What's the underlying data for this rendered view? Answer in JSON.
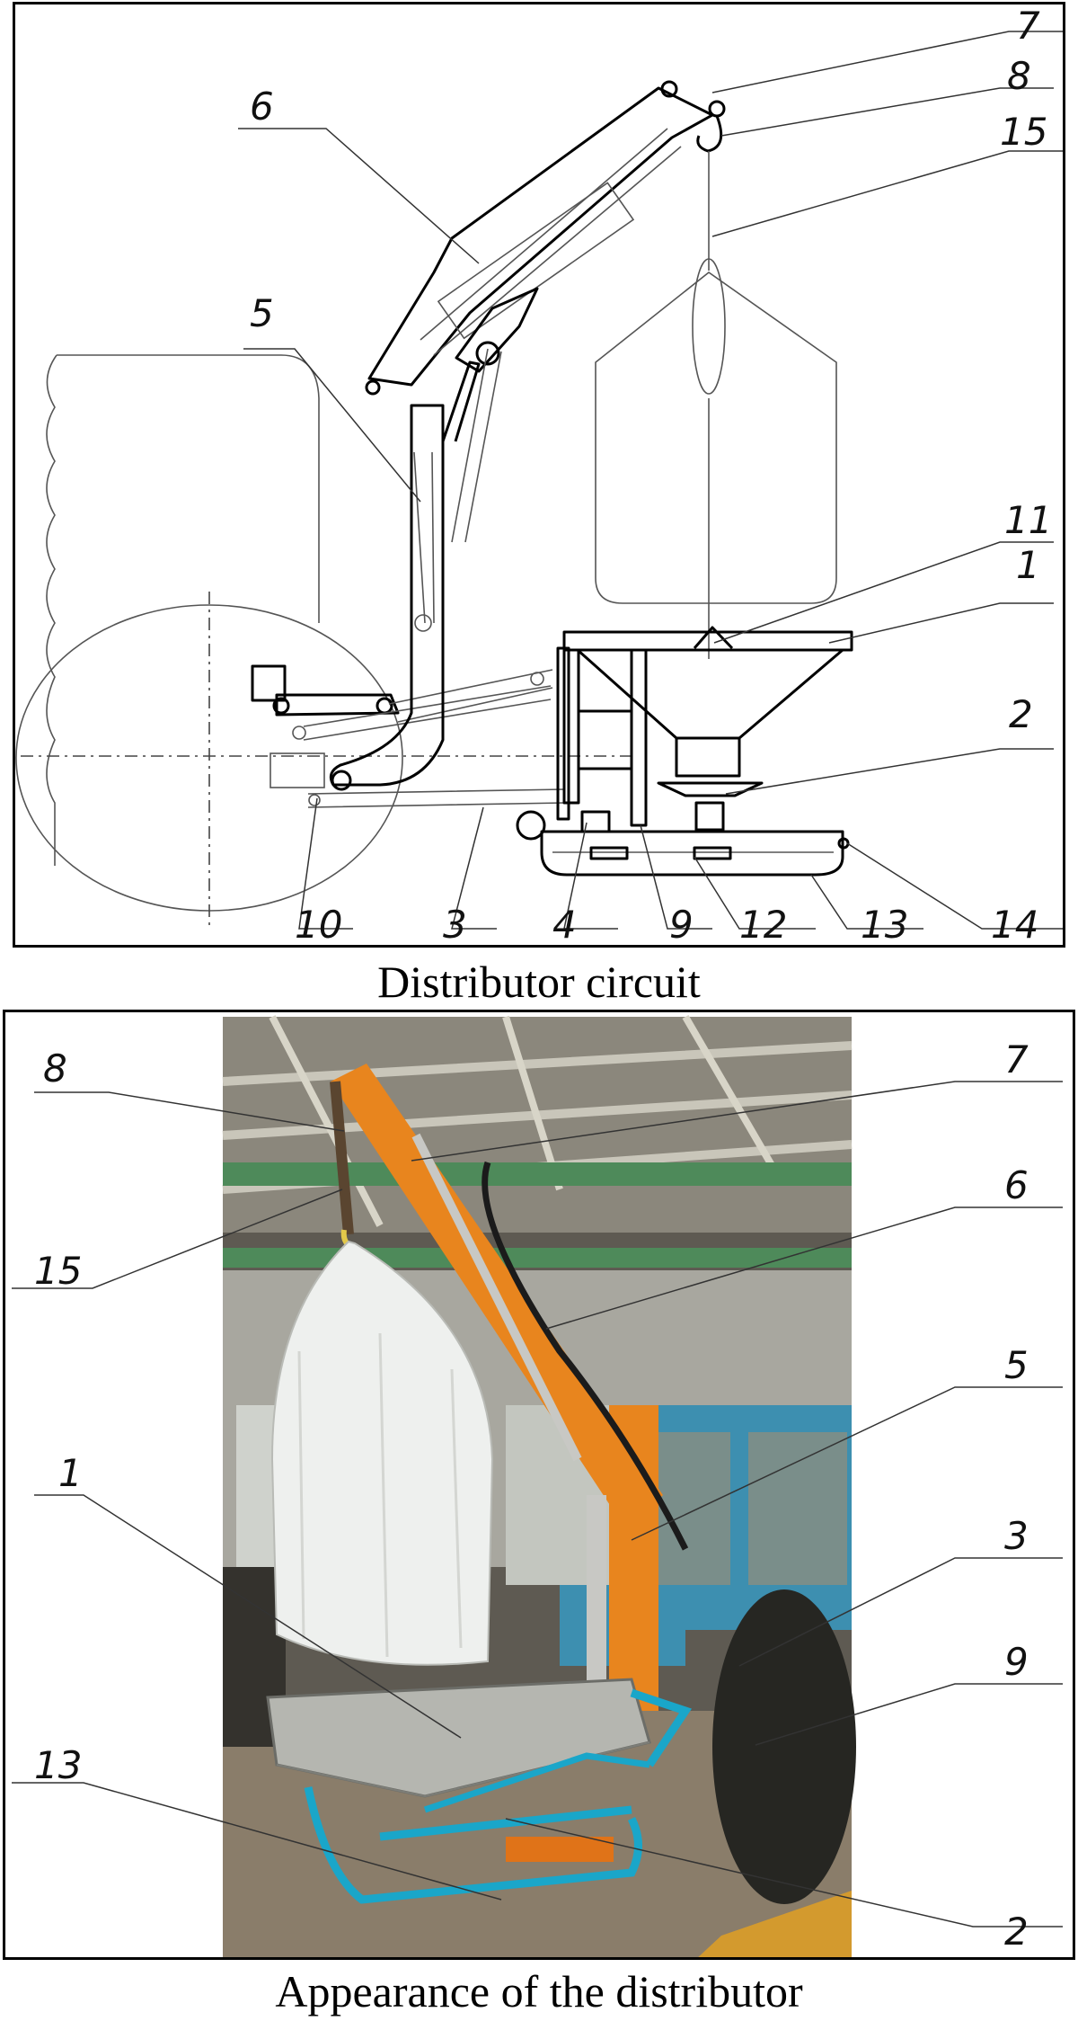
{
  "figure": {
    "top_caption": "Distributor circuit",
    "bottom_caption": "Appearance of the distributor"
  },
  "top_callouts": [
    "7",
    "8",
    "15",
    "6",
    "5",
    "11",
    "1",
    "2",
    "10",
    "3",
    "4",
    "9",
    "12",
    "13",
    "14"
  ],
  "bottom_callouts": [
    "8",
    "7",
    "6",
    "15",
    "5",
    "1",
    "3",
    "9",
    "13",
    "2"
  ],
  "colors": {
    "crane_orange": "#e8851e",
    "frame_cyan": "#1aa6c9",
    "tractor_blue": "#3d8fb0",
    "bag_white": "#eef0ee",
    "hopper_steel": "#b5b6b0",
    "floor": "#8a7d6a",
    "pipe_green": "#4e8a5a"
  }
}
